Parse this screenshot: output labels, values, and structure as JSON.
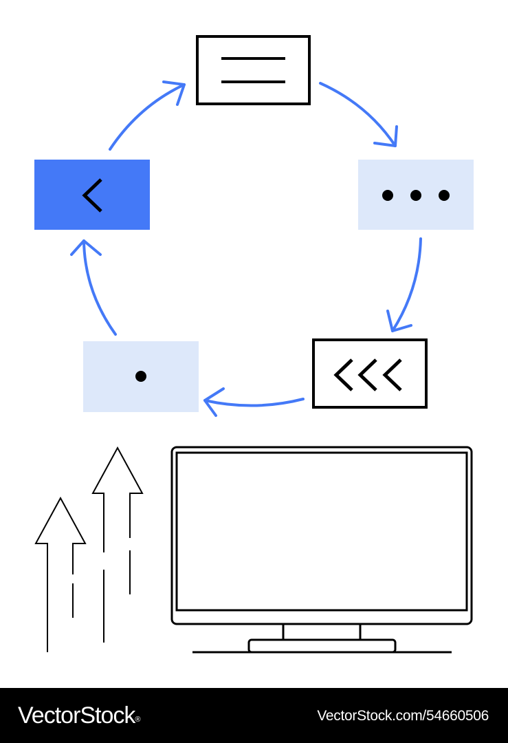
{
  "colors": {
    "accent": "#4479f7",
    "accent_light": "#dde8fa",
    "stroke": "#000000",
    "background": "#ffffff"
  },
  "diagram": {
    "nodes": [
      {
        "id": "node-menu",
        "icon": "menu-lines-icon",
        "style": "outlined"
      },
      {
        "id": "node-more",
        "icon": "ellipsis-icon",
        "style": "light-fill"
      },
      {
        "id": "node-rewind",
        "icon": "triple-chevron-left-icon",
        "style": "outlined"
      },
      {
        "id": "node-dot",
        "icon": "dot-icon",
        "style": "light-fill"
      },
      {
        "id": "node-back",
        "icon": "chevron-left-icon",
        "style": "accent-fill"
      }
    ],
    "flow": "clockwise-cycle",
    "icons": [
      "up-arrow-icon",
      "up-arrow-icon",
      "monitor-icon"
    ]
  },
  "footer": {
    "brand": "VectorStock",
    "brand_mark": "®",
    "image_id": "VectorStock.com/54660506"
  }
}
